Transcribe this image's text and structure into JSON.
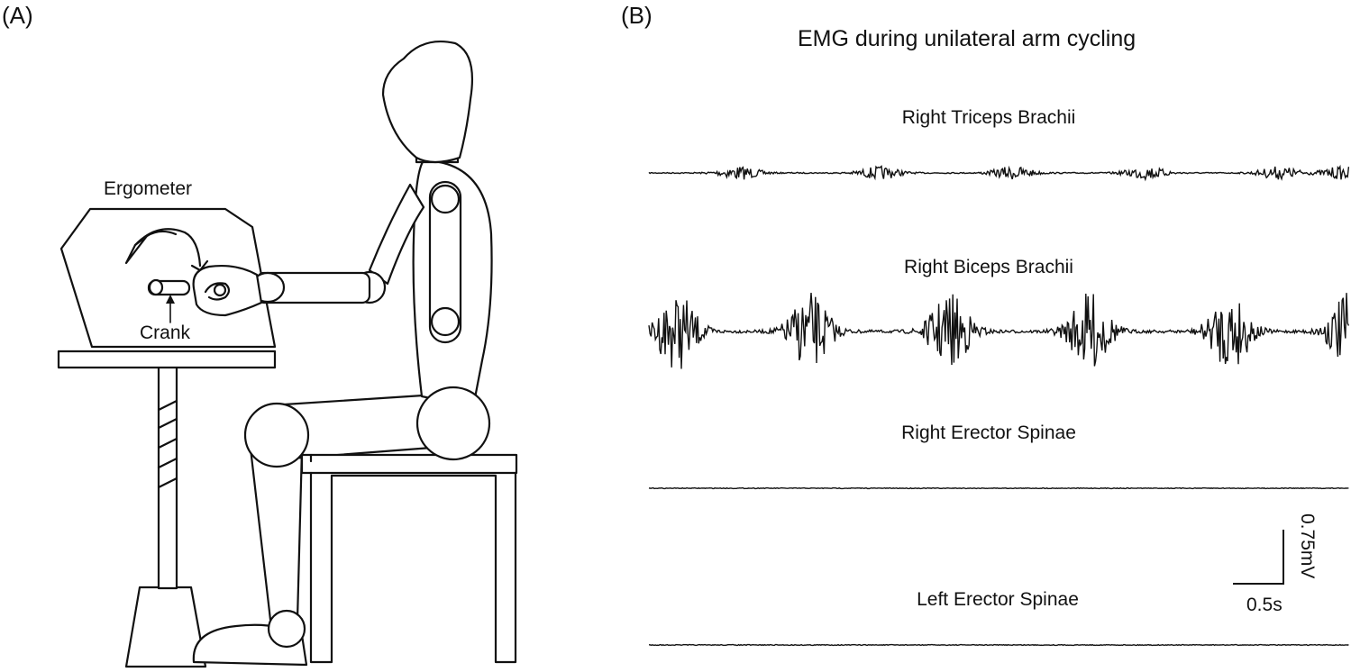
{
  "panel_a": {
    "label": "(A)",
    "ergometer_label": "Ergometer",
    "crank_label": "Crank"
  },
  "panel_b": {
    "label": "(B)",
    "title": "EMG during unilateral arm cycling",
    "scale_bar": {
      "vertical": "0.75mV",
      "horizontal": "0.5s"
    },
    "traces": [
      {
        "name": "Right Triceps Brachii",
        "bursts": [
          0.13,
          0.33,
          0.52,
          0.71,
          0.9,
          0.99
        ],
        "amplitude": 0.35,
        "baseline_noise": 0.03
      },
      {
        "name": "Right Biceps Brachii",
        "bursts": [
          0.04,
          0.23,
          0.43,
          0.63,
          0.83,
          1.0
        ],
        "amplitude": 1.0,
        "baseline_noise": 0.04
      },
      {
        "name": "Right Erector Spinae",
        "bursts": [],
        "amplitude": 0.05,
        "baseline_noise": 0.08
      },
      {
        "name": "Left Erector Spinae",
        "bursts": [],
        "amplitude": 0.05,
        "baseline_noise": 0.09
      }
    ],
    "colors": {
      "line": "#111111"
    }
  }
}
